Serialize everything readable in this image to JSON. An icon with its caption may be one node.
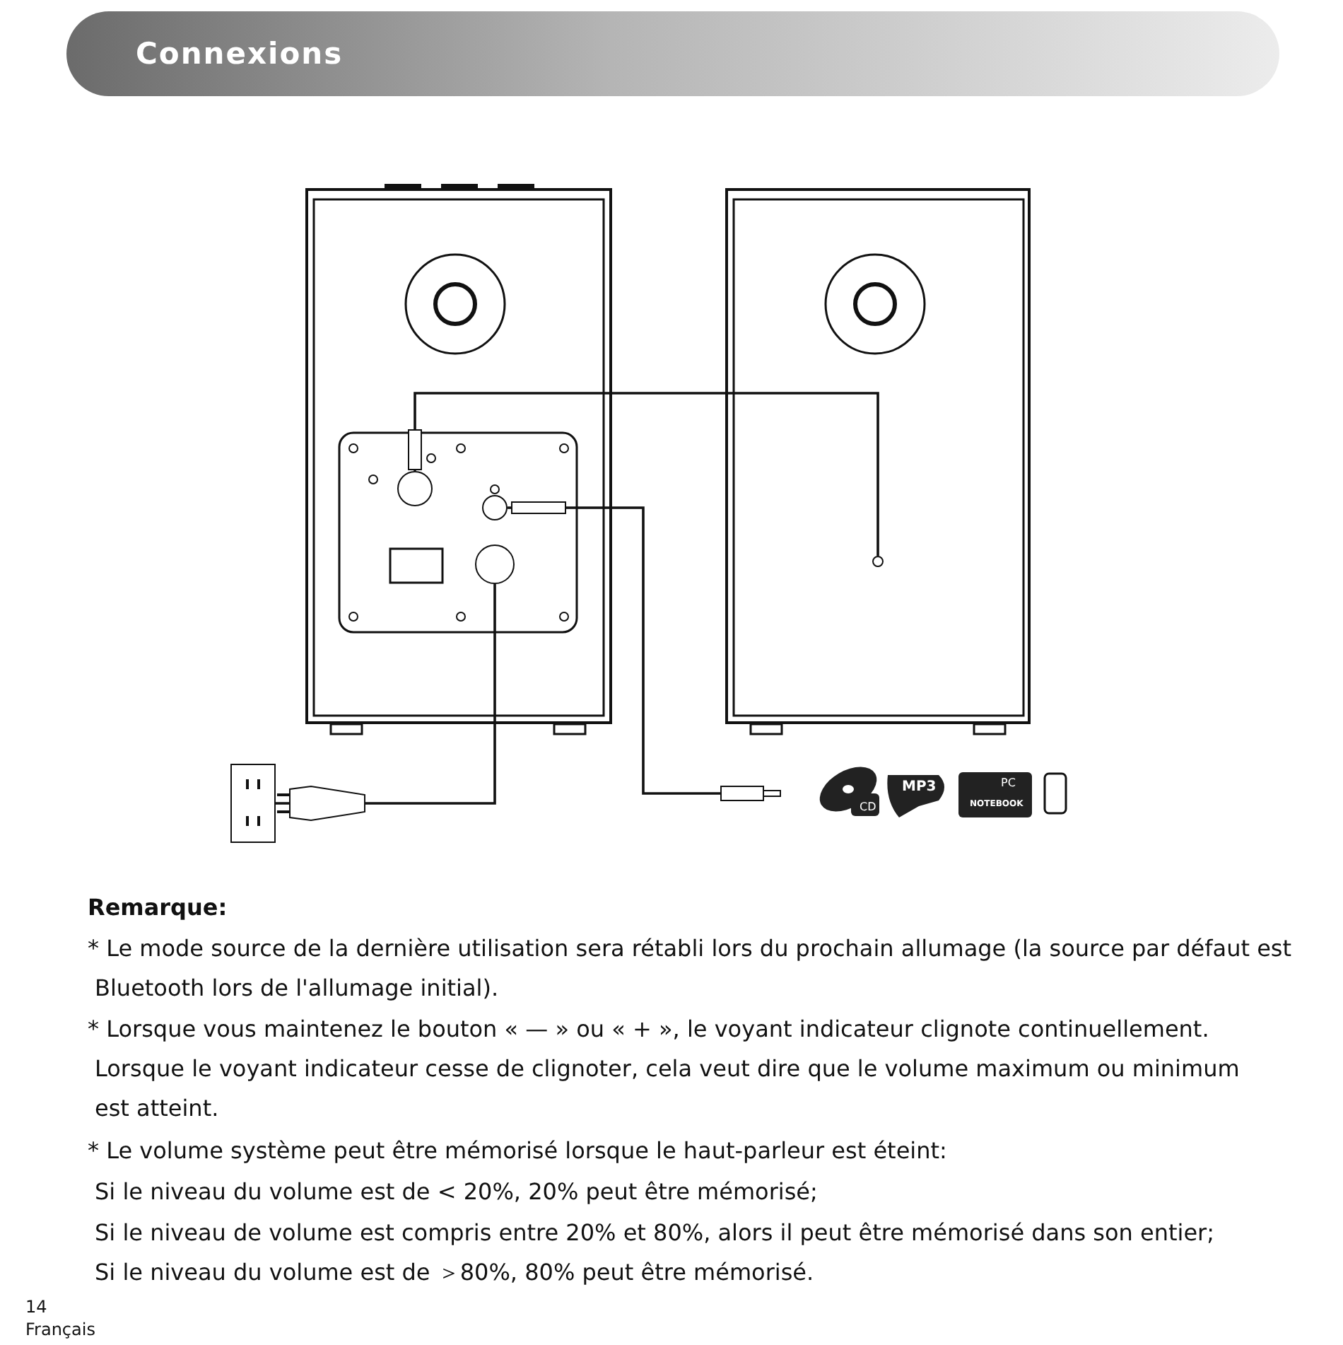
{
  "diagram": {
    "title": "Connexions",
    "nodes": [
      {
        "text": [],
        "shape": "box"
      },
      {
        "text": [],
        "shape": "box"
      },
      {
        "text": [],
        "shape": "circle",
        "in": 0
      },
      {
        "text": [],
        "shape": "circle",
        "in": 1
      },
      {
        "text": [],
        "shape": "circle",
        "in": 0
      },
      {
        "text": [],
        "shape": "circle",
        "in": 0
      },
      {
        "text": [],
        "shape": "box"
      }
    ],
    "edges": [
      {
        "from": 2,
        "to": 3,
        "arrow": "other"
      },
      {
        "from": 4,
        "to": null,
        "arrow": "other"
      },
      {
        "from": 5,
        "to": 6,
        "arrow": "none"
      }
    ],
    "labels": [
      "CD",
      "MP3",
      "PC",
      "NOTEBOOK",
      "Remarque:",
      "* Le mode source de la dernière utilisation sera rétabli lors du prochain allumage (la source par défaut est Bluetooth lors de l'allumage initial).",
      "* Lorsque vous maintenez le bouton « — » ou « + », le voyant indicateur clignote continuellement.",
      "Lorsque le voyant indicateur cesse de clignoter, cela veut dire que le volume maximum ou minimum est atteint.",
      "* Le volume système peut être mémorisé lorsque le haut-parleur est éteint:",
      "Si le niveau du volume est de < 20%, 20% peut être mémorisé;",
      "Si le niveau de volume est compris entre 20% et 80%, alors il peut être mémorisé dans son entier;",
      "Si le niveau du volume est de ＞80%, 80% peut être mémorisé.",
      "14",
      "Français"
    ]
  }
}
